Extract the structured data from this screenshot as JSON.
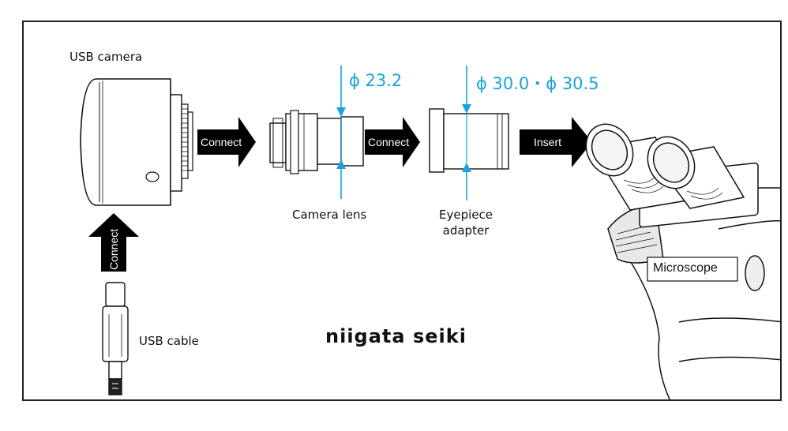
{
  "labels": {
    "usb_camera": "USB camera",
    "camera_lens": "Camera lens",
    "eyepiece_adapter_line1": "Eyepiece",
    "eyepiece_adapter_line2": "adapter",
    "usb_cable": "USB cable",
    "microscope": "Microscope",
    "brand": "niigata seiki"
  },
  "dimensions": {
    "lens_diameter": "ϕ 23.2",
    "adapter_diameter": "ϕ 30.0・ϕ 30.5"
  },
  "arrows": {
    "connect_1": "Connect",
    "connect_2": "Connect",
    "insert": "Insert",
    "connect_vertical": "Connect"
  },
  "colors": {
    "dimension_blue": "#1aa3d9",
    "arrow_black": "#000000"
  }
}
